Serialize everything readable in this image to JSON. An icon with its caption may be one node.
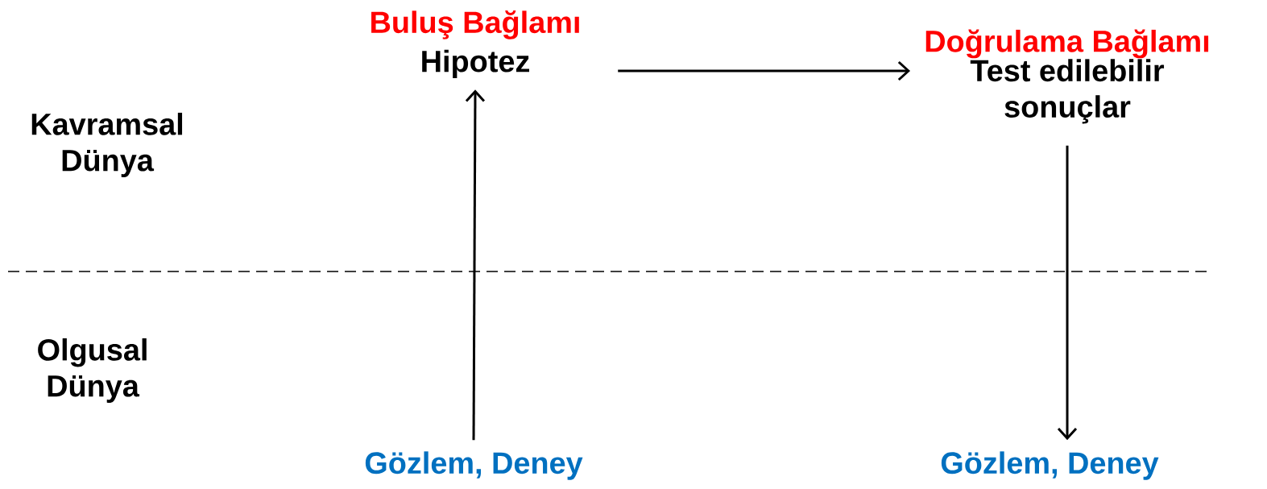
{
  "diagram": {
    "nodes": [
      {
        "text": [
          "Buluş Bağlamı",
          "Hipotez"
        ]
      },
      {
        "text": [
          "Doğrulama Bağlamı",
          "Test edilebilir sonuçlar"
        ]
      },
      {
        "text": [
          "Gözlem, Deney"
        ]
      },
      {
        "text": [
          "Gözlem, Deney"
        ]
      }
    ],
    "edges": [
      {
        "from": 2,
        "to": 0,
        "arrow": "to"
      },
      {
        "from": 0,
        "to": 1,
        "arrow": "to"
      },
      {
        "from": 1,
        "to": 3,
        "arrow": "to"
      }
    ],
    "labels": [
      "Kavramsal Dünya",
      "Olgusal Dünya"
    ]
  }
}
